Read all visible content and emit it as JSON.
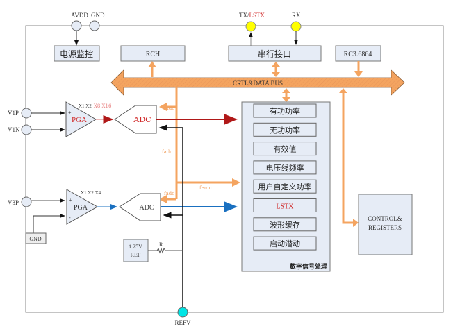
{
  "pins": {
    "avdd": "AVDD",
    "gnd_top": "GND",
    "tx": "TX/",
    "tx_alt": "LSTX",
    "rx": "RX",
    "v1p": "V1P",
    "v1n": "V1N",
    "v3p": "V3P",
    "refv": "REFV"
  },
  "blocks": {
    "power_monitor": "电源监控",
    "rch": "RCH",
    "serial_interface": "串行接口",
    "rc_osc": "RC3.6864",
    "bus": "CRTL&DATA  BUS",
    "pga1": "PGA",
    "pga1_gain_normal": "X1  X2",
    "pga1_gain_red": "X8  X16",
    "pga2": "PGA",
    "pga2_gain": "X1  X2  X4",
    "adc1": "ADC",
    "adc2": "ADC",
    "gnd_box": "GND",
    "ref_line1": "1.25V",
    "ref_line2": "REF",
    "resistor": "R",
    "control_line1": "CONTROL&",
    "control_line2": "REGISTERS",
    "dsp_title": "数字信号处理"
  },
  "dsp_items": [
    {
      "label": "有功功率",
      "color": "#222222"
    },
    {
      "label": "无功功率",
      "color": "#222222"
    },
    {
      "label": "有效值",
      "color": "#222222"
    },
    {
      "label": "电压线频率",
      "color": "#222222"
    },
    {
      "label": "用户自定义功率",
      "color": "#222222"
    },
    {
      "label": "LSTX",
      "color": "#d02828"
    },
    {
      "label": "波形缓存",
      "color": "#222222"
    },
    {
      "label": "启动潜动",
      "color": "#222222"
    }
  ],
  "signals": {
    "fadc_1": "fadc",
    "fadc_2": "fadc",
    "fadc_3": "fadc",
    "femu": "femu"
  },
  "colors": {
    "bus_orange": "#f4a460",
    "channel1_red": "#b01818",
    "channel2_blue": "#1a70c0",
    "pin_yellow": "#ffff00",
    "pin_cyan": "#00e5e5",
    "box_fill": "#e6ecf6"
  }
}
